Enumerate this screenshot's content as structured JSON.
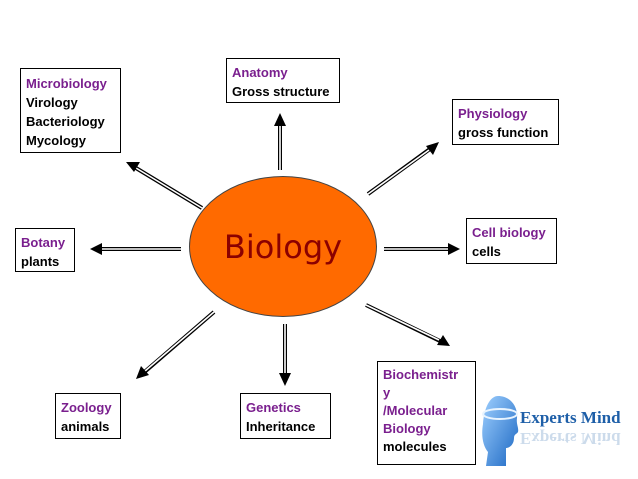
{
  "center": {
    "label": "Biology"
  },
  "nodes": [
    {
      "id": "microbiology",
      "title": "Microbiology",
      "lines": [
        "Virology",
        "Bacteriology",
        "Mycology"
      ]
    },
    {
      "id": "anatomy",
      "title": "Anatomy",
      "lines": [
        "Gross structure"
      ]
    },
    {
      "id": "physiology",
      "title": "Physiology",
      "lines": [
        "gross function"
      ]
    },
    {
      "id": "botany",
      "title": "Botany",
      "lines": [
        "plants"
      ]
    },
    {
      "id": "cell-biology",
      "title": "Cell biology",
      "lines": [
        "cells"
      ]
    },
    {
      "id": "zoology",
      "title": "Zoology",
      "lines": [
        "animals"
      ]
    },
    {
      "id": "genetics",
      "title": "Genetics",
      "lines": [
        "Inheritance"
      ]
    },
    {
      "id": "biochemistry",
      "title_lines": [
        "Biochemistr",
        "y",
        "/Molecular",
        "Biology"
      ],
      "lines": [
        "molecules"
      ]
    }
  ],
  "logo": {
    "text": "Experts Mind"
  },
  "colors": {
    "center_fill": "#ff6a00",
    "center_text": "#8b0000",
    "title": "#7a1f8e",
    "logo": "#1e5fa8"
  }
}
